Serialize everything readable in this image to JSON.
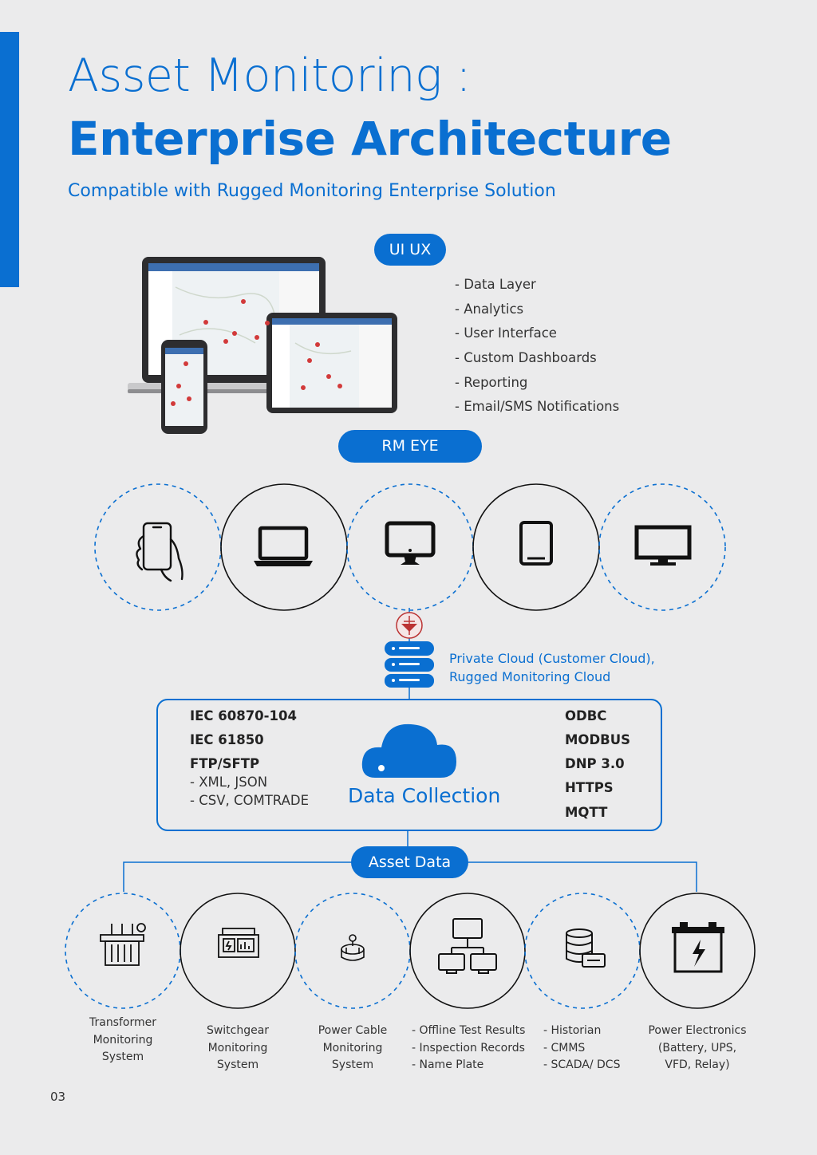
{
  "header": {
    "title_line1": "Asset Monitoring :",
    "title_line2": "Enterprise Architecture",
    "subtitle": "Compatible with Rugged Monitoring Enterprise Solution"
  },
  "ui_ux": {
    "pill_label": "UI UX",
    "features": [
      "- Data Layer",
      "- Analytics",
      "- User Interface",
      "- Custom Dashboards",
      "- Reporting",
      "- Email/SMS Notifications"
    ]
  },
  "rm_eye": {
    "pill_label": "RM EYE",
    "devices": [
      "smartphone-hand-icon",
      "laptop-icon",
      "desktop-monitor-icon",
      "tablet-icon",
      "display-monitor-icon"
    ]
  },
  "cloud": {
    "description_line1": "Private Cloud (Customer Cloud),",
    "description_line2": "Rugged Monitoring Cloud"
  },
  "data_collection": {
    "label": "Data Collection",
    "left_protocols": [
      {
        "text": "IEC 60870-104",
        "bold": true
      },
      {
        "text": "IEC 61850",
        "bold": true
      },
      {
        "text": "FTP/SFTP",
        "bold": true
      },
      {
        "text": "- XML, JSON",
        "bold": false
      },
      {
        "text": "- CSV, COMTRADE",
        "bold": false
      }
    ],
    "right_protocols": [
      "ODBC",
      "MODBUS",
      "DNP 3.0",
      "HTTPS",
      "MQTT"
    ]
  },
  "asset_data": {
    "pill_label": "Asset Data",
    "items": [
      {
        "icon": "transformer-icon",
        "lines": [
          "Transformer",
          "Monitoring",
          "System"
        ]
      },
      {
        "icon": "switchgear-icon",
        "lines": [
          "Switchgear",
          "Monitoring",
          "System"
        ]
      },
      {
        "icon": "power-cable-icon",
        "lines": [
          "Power Cable",
          "Monitoring",
          "System"
        ]
      },
      {
        "icon": "network-computers-icon",
        "lines": [
          "- Offline Test Results",
          "- Inspection Records",
          "- Name Plate"
        ]
      },
      {
        "icon": "database-server-icon",
        "lines": [
          "- Historian",
          "- CMMS",
          "- SCADA/ DCS"
        ]
      },
      {
        "icon": "battery-power-icon",
        "lines": [
          "Power Electronics",
          "(Battery, UPS,",
          "VFD, Relay)"
        ]
      }
    ]
  },
  "footer": {
    "page_number": "03"
  },
  "colors": {
    "accent": "#0a6fd1",
    "background": "#ebebec"
  }
}
